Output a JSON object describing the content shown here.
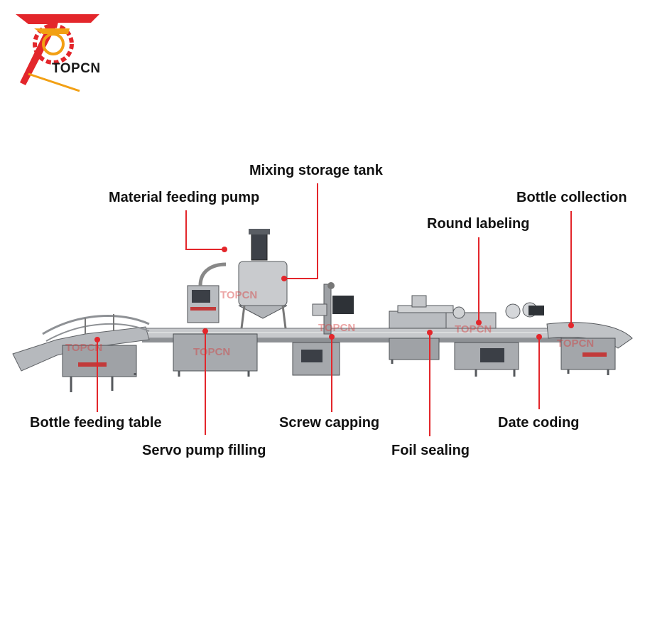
{
  "brand": {
    "name": "TOPCN",
    "accent_color": "#e3262b"
  },
  "watermark": "TOPCN",
  "callouts": [
    {
      "id": "mixing-storage-tank",
      "text": "Mixing storage tank"
    },
    {
      "id": "material-feeding-pump",
      "text": "Material feeding pump"
    },
    {
      "id": "bottle-collection",
      "text": "Bottle collection"
    },
    {
      "id": "round-labeling",
      "text": "Round labeling"
    },
    {
      "id": "bottle-feeding-table",
      "text": "Bottle feeding table"
    },
    {
      "id": "servo-pump-filling",
      "text": "Servo pump filling"
    },
    {
      "id": "screw-capping",
      "text": "Screw capping"
    },
    {
      "id": "foil-sealing",
      "text": "Foil sealing"
    },
    {
      "id": "date-coding",
      "text": "Date coding"
    }
  ],
  "colors": {
    "leader_line": "#e3262b",
    "machine_steel": "#a9acb0",
    "machine_dark": "#55585c"
  }
}
